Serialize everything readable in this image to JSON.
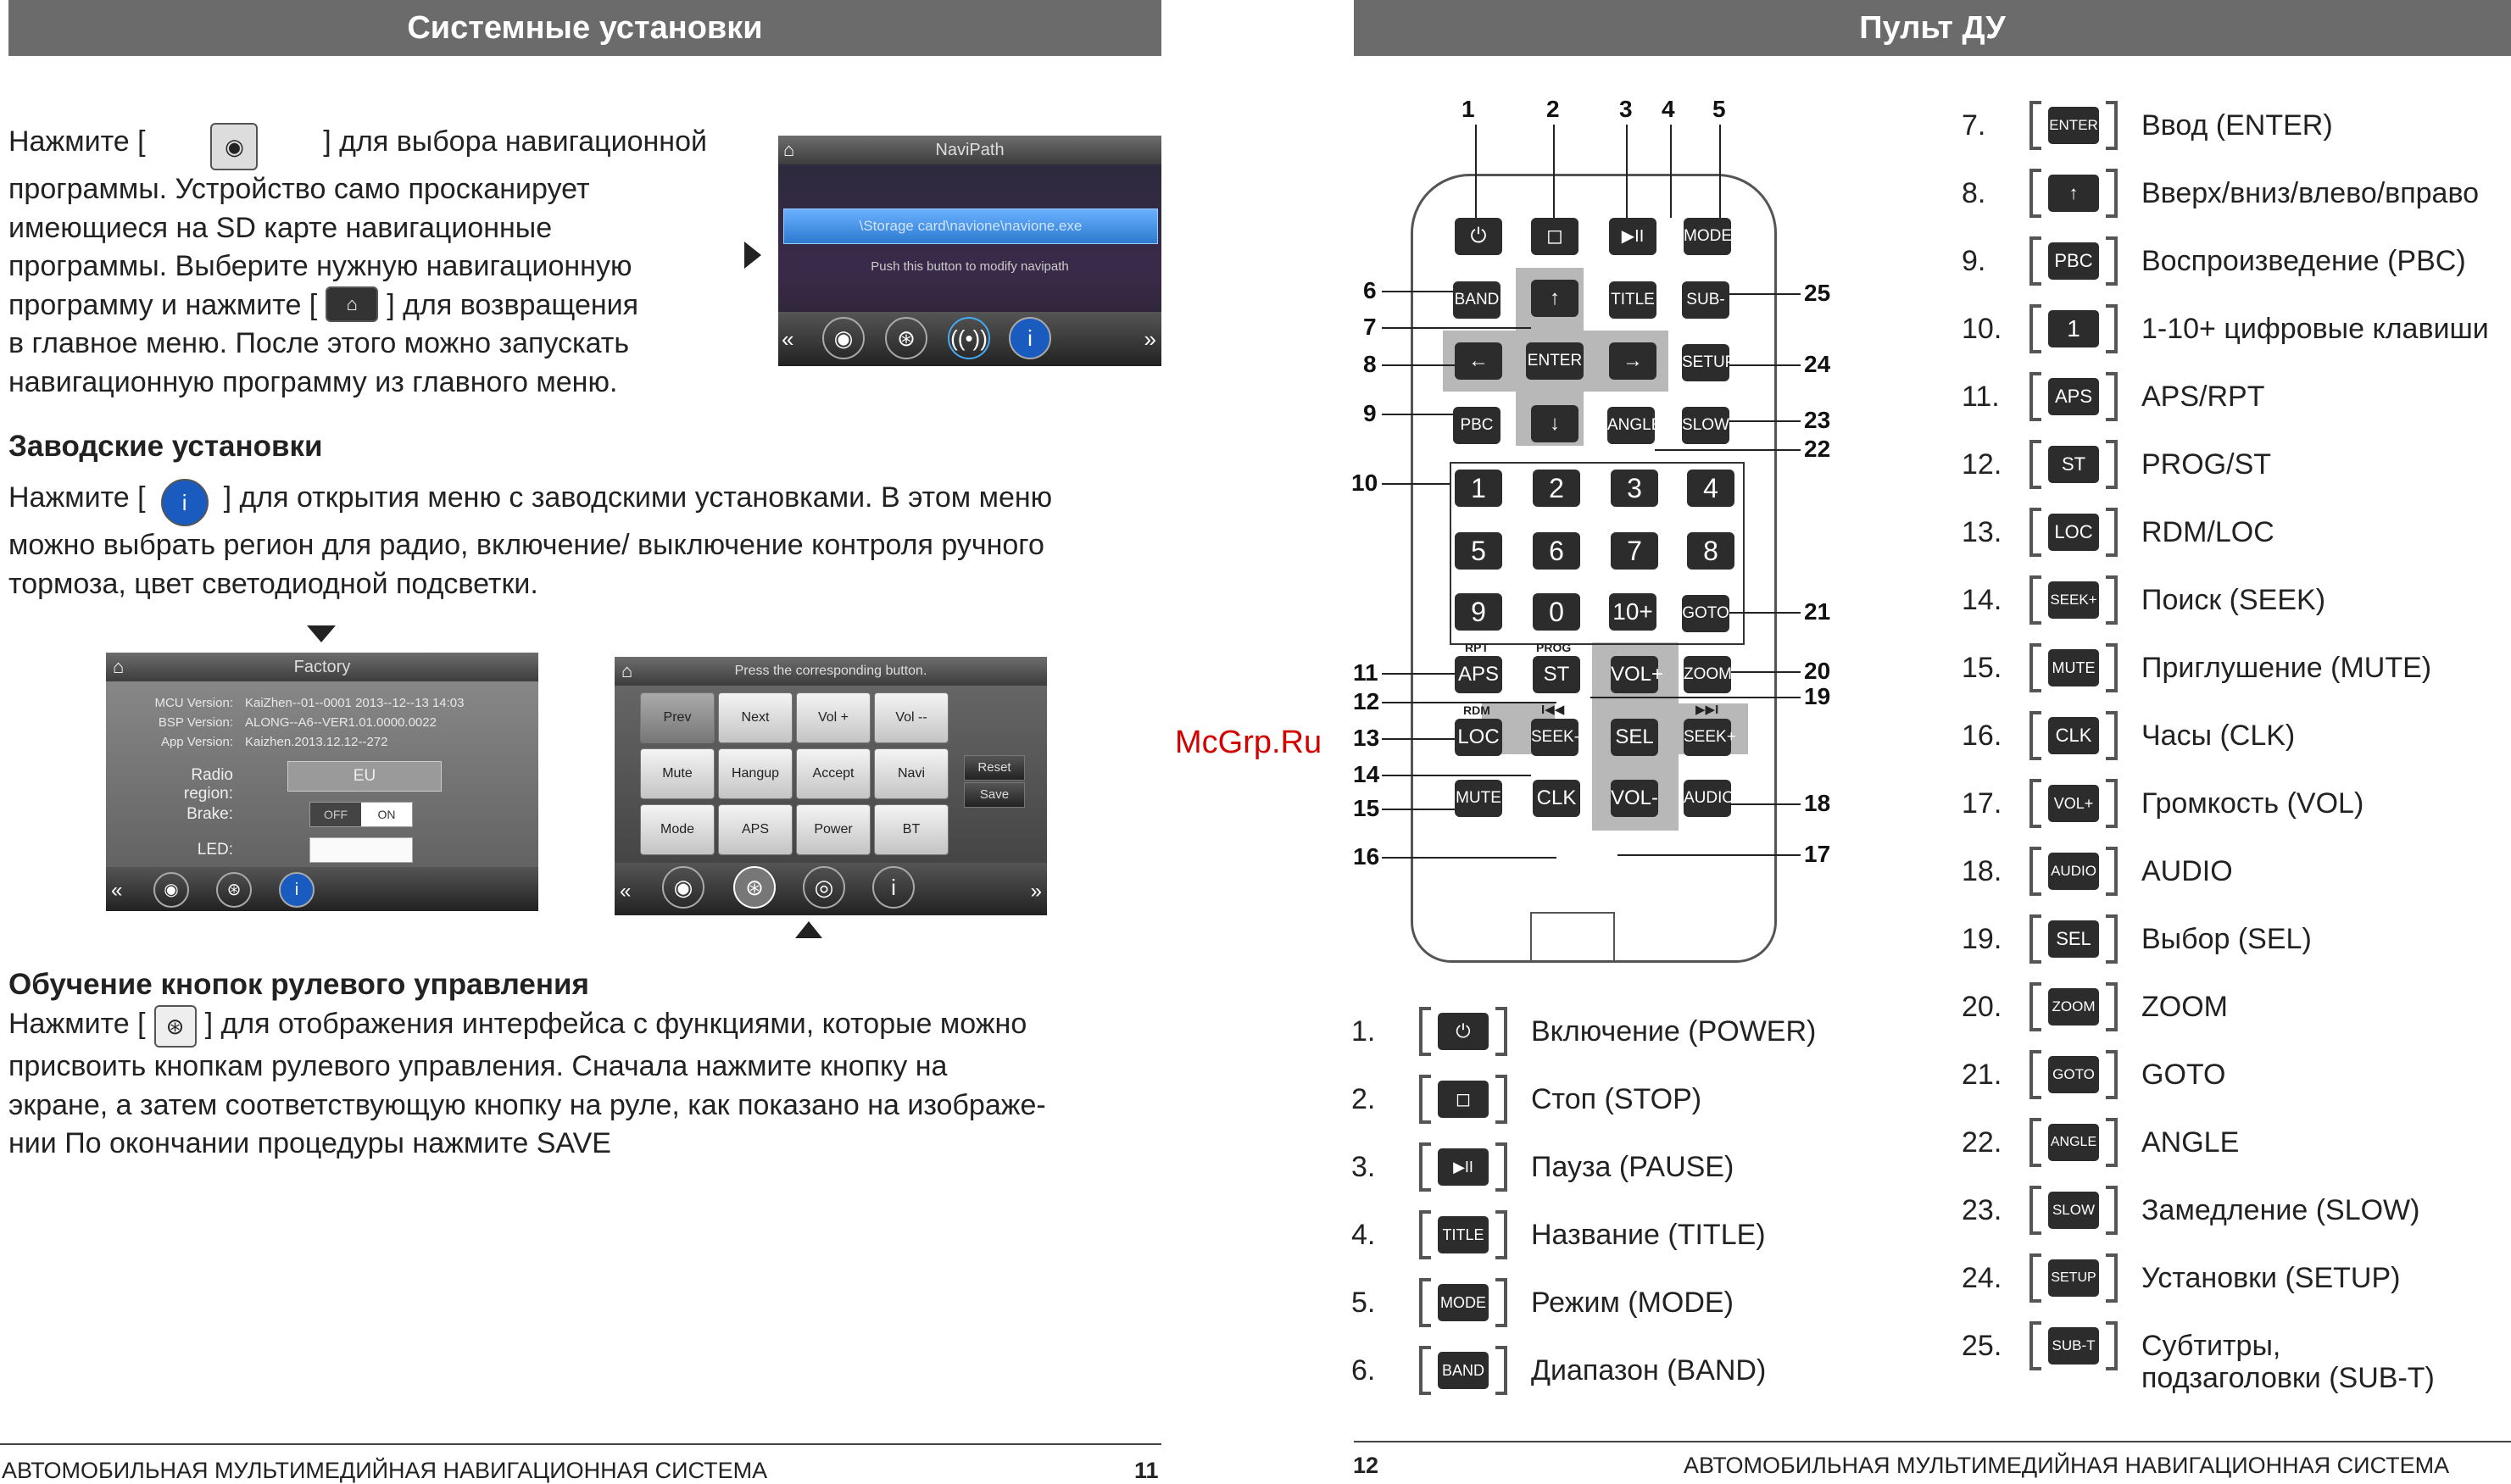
{
  "left": {
    "header": "Системные установки",
    "nav_text": {
      "l1": "Нажмите  [",
      "l1b": "]  для  выбора  навигационной",
      "l2": "программы.  Устройство  само  просканирует",
      "l3": "имеющиеся   на   SD   карте   навигационные",
      "l4": "программы. Выберите нужную навигационную",
      "l5a": "программу и нажмите [",
      "l5b": "] для возвращения",
      "l6": "в главное меню. После этого можно запускать",
      "l7": "навигационную программу из главного меню."
    },
    "navipath": {
      "title": "NaviPath",
      "path": "\\Storage card\\navione\\navione.exe",
      "hint": "Push this button to modify navipath"
    },
    "factory_heading": "Заводские установки",
    "factory_text": {
      "l1a": "Нажмите  [",
      "l1b": "] для открытия меню с заводскими установками. В этом меню",
      "l2": "можно выбрать регион для радио, включение/ выключение контроля ручного",
      "l3": "тормоза, цвет светодиодной подсветки."
    },
    "factory_screen": {
      "title": "Factory",
      "rows": [
        {
          "label": "MCU Version:",
          "value": "KaiZhen--01--0001 2013--12--13 14:03"
        },
        {
          "label": "BSP Version:",
          "value": "ALONG--A6--VER1.01.0000.0022"
        },
        {
          "label": "App Version:",
          "value": "Kaizhen.2013.12.12--272"
        }
      ],
      "radio_region_label": "Radio region:",
      "radio_region_value": "EU",
      "brake_label": "Brake:",
      "brake_off": "OFF",
      "brake_on": "ON",
      "led_label": "LED:"
    },
    "steering_screen": {
      "title": "Press the corresponding button.",
      "buttons": [
        "Prev",
        "Next",
        "Vol +",
        "Vol --",
        "Mute",
        "Hangup",
        "Accept",
        "Navi",
        "Mode",
        "APS",
        "Power",
        "BT"
      ],
      "reset": "Reset",
      "save": "Save"
    },
    "steering_heading": "Обучение кнопок рулевого управления",
    "steering_text": {
      "l1a": "Нажмите  [",
      "l1b": "] для отображения интерфейса с функциями, которые можно",
      "l2": "присвоить  кнопкам  рулевого  управления.  Сначала  нажмите  кнопку  на",
      "l3": "экране, а затем соответствующую кнопку на руле, как показано на изображе-",
      "l4": "нии  По окончании процедуры нажмите SAVE"
    },
    "footer_title": "АВТОМОБИЛЬНАЯ МУЛЬТИМЕДИЙНАЯ НАВИГАЦИОННАЯ СИСТЕМА",
    "page_number": "11"
  },
  "watermark": "McGrp.Ru",
  "right": {
    "header": "Пульт ДУ",
    "remote": {
      "keys": {
        "power": "⏻",
        "stop": "◻",
        "playpause": "▶II",
        "mode": "MODE",
        "band": "BAND",
        "title": "TITLE",
        "subt": "SUB-T",
        "up": "↑",
        "left": "←",
        "enter": "ENTER",
        "right": "→",
        "down": "↓",
        "setup": "SETUP",
        "pbc": "PBC",
        "angle": "ANGLE",
        "slow": "SLOW",
        "d1": "1",
        "d2": "2",
        "d3": "3",
        "d4": "4",
        "d5": "5",
        "d6": "6",
        "d7": "7",
        "d8": "8",
        "d9": "9",
        "d0": "0",
        "d10": "10+",
        "goto": "GOTO",
        "aps": "APS",
        "st": "ST",
        "volp": "VOL+",
        "zoom": "ZOOM",
        "loc": "LOC",
        "seekm": "SEEK-",
        "sel": "SEL",
        "seekp": "SEEK+",
        "mute": "MUTE",
        "clk": "CLK",
        "volm": "VOL-",
        "audio": "AUDIO",
        "rpt": "RPT",
        "prog": "PROG",
        "rdm": "RDM",
        "prev": "I◀◀",
        "next": "▶▶I"
      },
      "callouts": [
        "1",
        "2",
        "3",
        "4",
        "5",
        "6",
        "7",
        "8",
        "9",
        "10",
        "11",
        "12",
        "13",
        "14",
        "15",
        "16",
        "17",
        "18",
        "19",
        "20",
        "21",
        "22",
        "23",
        "24",
        "25"
      ]
    },
    "legend": [
      {
        "n": "1.",
        "icon": "⏻",
        "text": "Включение (POWER)"
      },
      {
        "n": "2.",
        "icon": "◻",
        "text": "Стоп (STOP)"
      },
      {
        "n": "3.",
        "icon": "▶II",
        "text": "Пауза (PAUSE)"
      },
      {
        "n": "4.",
        "icon": "TITLE",
        "text": "Название (TITLE)"
      },
      {
        "n": "5.",
        "icon": "MODE",
        "text": "Режим (MODE)"
      },
      {
        "n": "6.",
        "icon": "BAND",
        "text": "Диапазон (BAND)"
      },
      {
        "n": "7.",
        "icon": "ENTER",
        "text": "Ввод (ENTER)"
      },
      {
        "n": "8.",
        "icon": "↑",
        "text": "Вверх/вниз/влево/вправо"
      },
      {
        "n": "9.",
        "icon": "PBC",
        "text": "Воспроизведение (PBC)"
      },
      {
        "n": "10.",
        "icon": "1",
        "text": "1-10+ цифровые клавиши"
      },
      {
        "n": "11.",
        "icon": "APS",
        "text": "APS/RPT"
      },
      {
        "n": "12.",
        "icon": "ST",
        "text": "PROG/ST"
      },
      {
        "n": "13.",
        "icon": "LOC",
        "text": "RDM/LOC"
      },
      {
        "n": "14.",
        "icon": "SEEK+",
        "text": "Поиск (SEEK)"
      },
      {
        "n": "15.",
        "icon": "MUTE",
        "text": "Приглушение (MUTE)"
      },
      {
        "n": "16.",
        "icon": "CLK",
        "text": "Часы (CLK)"
      },
      {
        "n": "17.",
        "icon": "VOL+",
        "text": "Громкость (VOL)"
      },
      {
        "n": "18.",
        "icon": "AUDIO",
        "text": "AUDIO"
      },
      {
        "n": "19.",
        "icon": "SEL",
        "text": "Выбор (SEL)"
      },
      {
        "n": "20.",
        "icon": "ZOOM",
        "text": "ZOOM"
      },
      {
        "n": "21.",
        "icon": "GOTO",
        "text": "GOTO"
      },
      {
        "n": "22.",
        "icon": "ANGLE",
        "text": "ANGLE"
      },
      {
        "n": "23.",
        "icon": "SLOW",
        "text": "Замедление (SLOW)"
      },
      {
        "n": "24.",
        "icon": "SETUP",
        "text": "Установки (SETUP)"
      },
      {
        "n": "25.",
        "icon": "SUB-T",
        "text": "Субтитры,"
      }
    ],
    "legend_extra_line": "подзаголовки (SUB-T)",
    "footer_title": "АВТОМОБИЛЬНАЯ МУЛЬТИМЕДИЙНАЯ НАВИГАЦИОННАЯ СИСТЕМА",
    "page_number": "12"
  },
  "colors": {
    "header_bg": "#6b6b6b",
    "watermark": "#d40000",
    "key_bg": "#2c2c2c",
    "highlight": "#b8b8b8"
  }
}
